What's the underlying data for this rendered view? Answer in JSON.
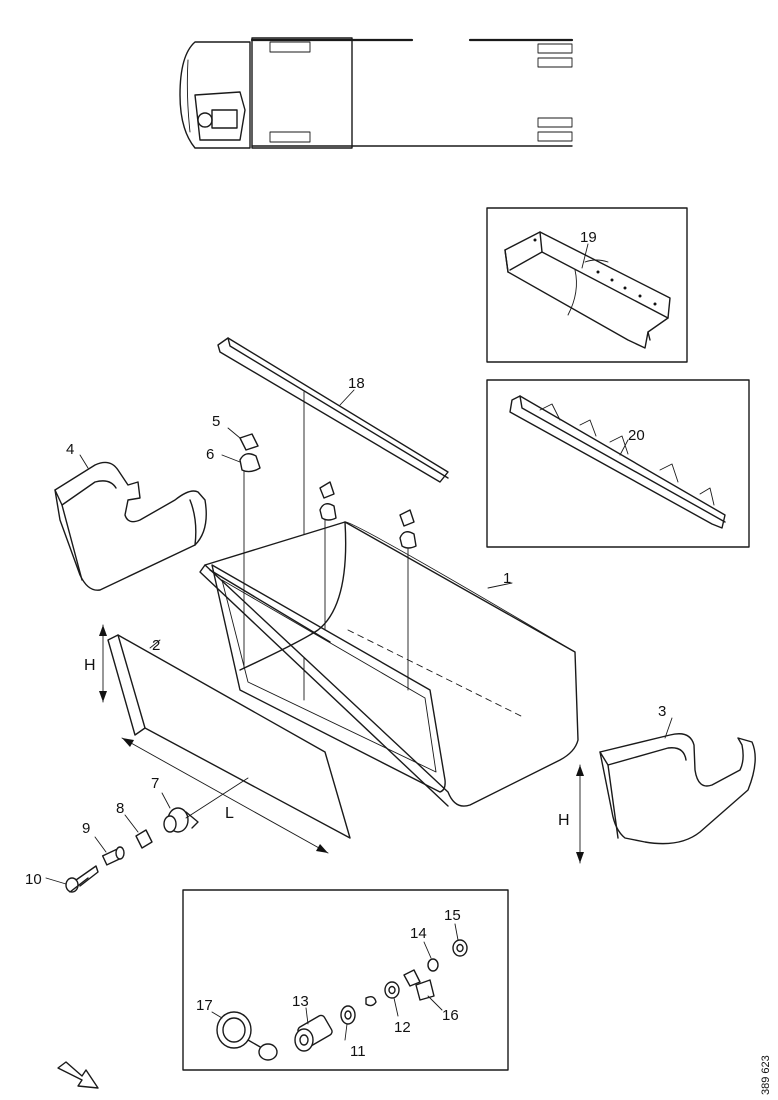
{
  "labels": {
    "p1": "1",
    "p2": "2",
    "p3": "3",
    "p4": "4",
    "p5": "5",
    "p6": "6",
    "p7": "7",
    "p8": "8",
    "p9": "9",
    "p10": "10",
    "p11": "11",
    "p12": "12",
    "p13": "13",
    "p14": "14",
    "p15": "15",
    "p16": "16",
    "p17": "17",
    "p18": "18",
    "p19": "19",
    "p20": "20"
  },
  "dimensions": {
    "height_left": "H",
    "length": "L",
    "height_right": "H"
  },
  "reference_number": "389 623",
  "icons": {
    "front_arrow": "direction-arrow-icon"
  }
}
